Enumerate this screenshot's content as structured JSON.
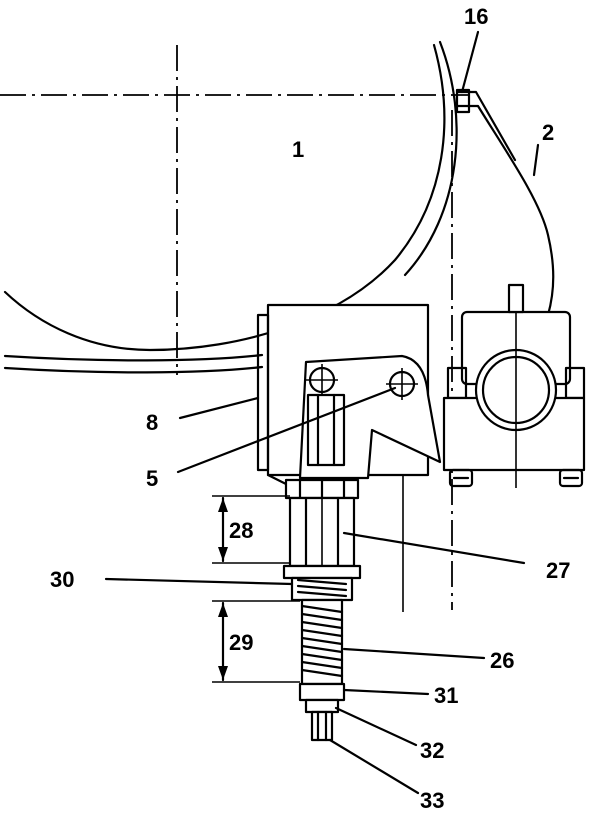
{
  "labels": {
    "l1": "1",
    "l2": "2",
    "l5": "5",
    "l8": "8",
    "l16": "16",
    "l26": "26",
    "l27": "27",
    "l28": "28",
    "l29": "29",
    "l30": "30",
    "l31": "31",
    "l32": "32",
    "l33": "33"
  }
}
